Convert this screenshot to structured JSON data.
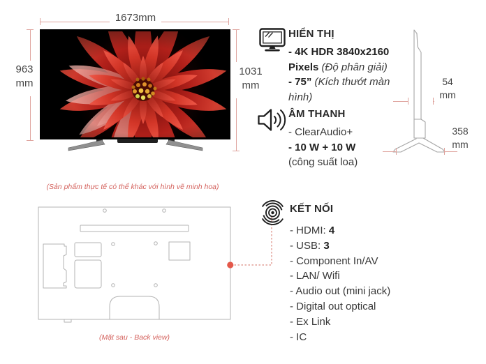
{
  "front_view": {
    "width_label": "1673mm",
    "screen_height": {
      "value": "963",
      "unit": "mm"
    },
    "total_height": {
      "value": "1031",
      "unit": "mm"
    },
    "note": "(Sản phẩm thực tế có thể khác với hình vẽ minh hoạ)"
  },
  "side_view": {
    "depth": {
      "value": "54",
      "unit": "mm"
    },
    "stand_depth": {
      "value": "358",
      "unit": "mm"
    }
  },
  "back_view": {
    "caption": "(Mặt sau - Back view)"
  },
  "sections": {
    "display": {
      "icon": "monitor-icon",
      "title": "HIỂN THỊ",
      "resolution_bold": "- 4K HDR 3840x2160 Pixels",
      "resolution_note": "(Độ phân giải)",
      "size_bold": "- 75”",
      "size_note": "(Kích thướt màn hình)"
    },
    "audio": {
      "icon": "speaker-icon",
      "title": "ÂM THANH",
      "line1": "- ClearAudio+",
      "line2": "- 10 W + 10 W",
      "line3": "(công suất loa)"
    },
    "connectivity": {
      "icon": "signal-icon",
      "title": "KẾT NỐI",
      "items": [
        {
          "text": "- HDMI: ",
          "bold": "4"
        },
        {
          "text": "- USB: ",
          "bold": "3"
        },
        {
          "text": "- Component In/AV",
          "bold": ""
        },
        {
          "text": "- LAN/ Wifi",
          "bold": ""
        },
        {
          "text": "- Audio out (mini jack)",
          "bold": ""
        },
        {
          "text": "- Digital out optical",
          "bold": ""
        },
        {
          "text": "- Ex Link",
          "bold": ""
        },
        {
          "text": "- IC",
          "bold": ""
        }
      ]
    }
  },
  "colors": {
    "dimension_line": "#dfa49e",
    "annotation_red": "#d4625d",
    "connector_red": "#e4584a",
    "outline_gray": "#b3b3b3",
    "text": "#3a3a3a"
  }
}
